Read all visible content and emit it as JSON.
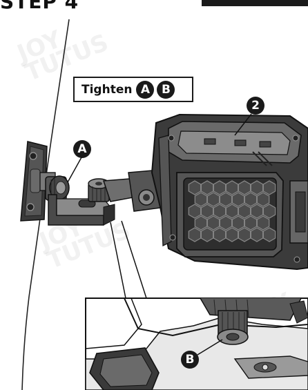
{
  "header": {
    "step_title": "STEP 4"
  },
  "instruction": {
    "verb": "Tighten",
    "parts": [
      "A",
      "B"
    ]
  },
  "callouts": {
    "part_a": "A",
    "part_b": "B",
    "item_2": "2"
  },
  "watermark": {
    "line1": "JOY",
    "line2": "TUTUS"
  },
  "colors": {
    "ink": "#1a1a1a",
    "metal_dark": "#3b3b3b",
    "metal_mid": "#6e6e6e",
    "metal_light": "#a8a8a8",
    "background": "#ffffff"
  }
}
